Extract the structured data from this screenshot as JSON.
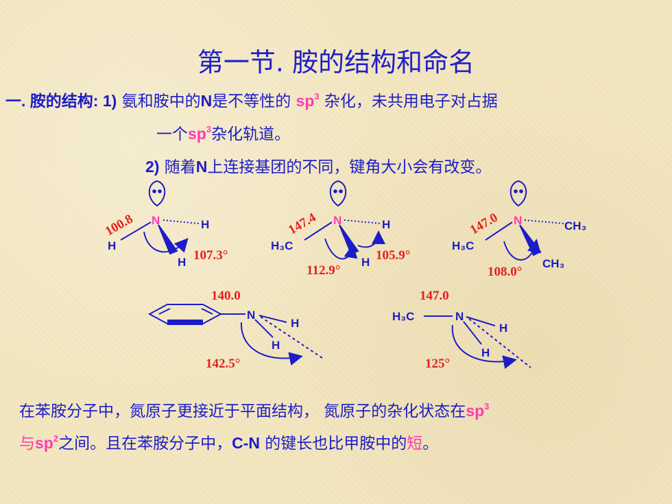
{
  "title": "第一节. 胺的结构和命名",
  "intro": {
    "p1_a": "一. 胺的结构: 1)",
    "p1_b": " 氨和胺中的",
    "p1_n": "N",
    "p1_c": "是不等性的 ",
    "p1_sp": "sp",
    "p1_sup": "3",
    "p1_d": " 杂化，未共用电子对占据",
    "p2_a": "一个",
    "p2_sp": "sp",
    "p2_sup": "3",
    "p2_b": "杂化轨道。",
    "p3_a": "2)",
    "p3_b": " 随着",
    "p3_n": "N",
    "p3_c": "上连接基团的不同，键角大小会有改变。"
  },
  "molecules": {
    "ammonia": {
      "n": "N",
      "h1": "H",
      "h2": "H",
      "h3": "H",
      "bond_len": "100.8",
      "angle": "107.3°"
    },
    "methylamine": {
      "n": "N",
      "h1": "H",
      "h2": "H",
      "me": "H₃C",
      "bond_len": "147.4",
      "angle_left": "112.9°",
      "angle_right": "105.9°"
    },
    "trimethylamine": {
      "n": "N",
      "me1": "H₃C",
      "me2": "CH₃",
      "me3": "CH₃",
      "bond_len": "147.0",
      "angle": "108.0°"
    },
    "aniline": {
      "n": "N",
      "h1": "H",
      "h2": "H",
      "bond_len": "140.0",
      "angle": "142.5°"
    },
    "methylamine_side": {
      "n": "N",
      "me": "H₃C",
      "h1": "H",
      "h2": "H",
      "bond_len": "147.0",
      "angle": "125°"
    }
  },
  "bottom": {
    "l1_a": "在苯胺分子中，氮原子更接近于平面结构， 氮原子的杂化状态在",
    "l1_sp": "sp",
    "l1_sup": "3",
    "l2_a": "与",
    "l2_sp": "sp",
    "l2_sup": "2",
    "l2_b": "之间。且在苯胺分子中，",
    "l2_cn": "C-N",
    "l2_c": " 的键长也比甲胺中的",
    "l2_short": "短",
    "l2_d": "。"
  },
  "colors": {
    "text": "#1c1cc8",
    "accent": "#ff3bb0",
    "value": "#e32020",
    "background": "#f3e7c2"
  }
}
